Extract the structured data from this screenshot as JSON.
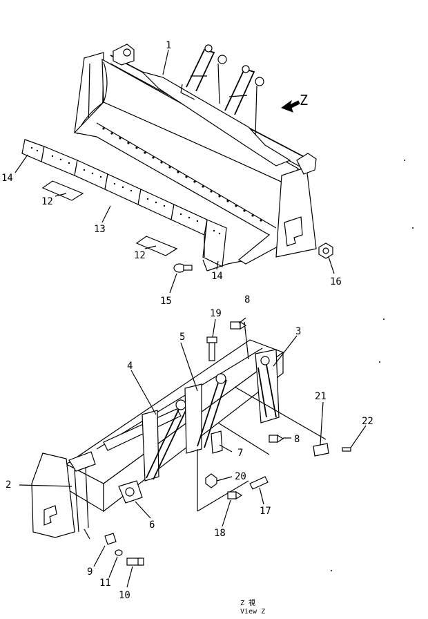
{
  "callouts": {
    "c1": "1",
    "c2": "2",
    "c3": "3",
    "c4": "4",
    "c5": "5",
    "c6": "6",
    "c7": "7",
    "c8a": "8",
    "c8b": "8",
    "c9": "9",
    "c10": "10",
    "c11": "11",
    "c12a": "12",
    "c12b": "12",
    "c13": "13",
    "c14a": "14",
    "c14b": "14",
    "c15": "15",
    "c16": "16",
    "c17": "17",
    "c18": "18",
    "c19": "19",
    "c20": "20",
    "c21": "21",
    "c22": "22"
  },
  "view_marker": {
    "letter": "Z"
  },
  "caption": {
    "line1": "Z  視",
    "line2": "View  Z"
  }
}
